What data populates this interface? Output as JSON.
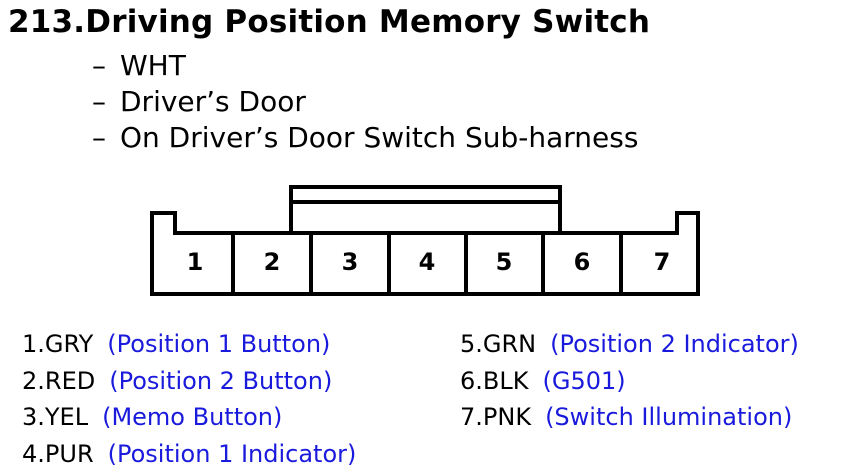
{
  "title": "213.Driving Position Memory Switch",
  "details": [
    "WHT",
    "Driver’s Door",
    "On Driver’s Door Switch Sub-harness"
  ],
  "detail_dash": "–",
  "connector": {
    "pins": [
      "1",
      "2",
      "3",
      "4",
      "5",
      "6",
      "7"
    ]
  },
  "pin_list": {
    "left": [
      {
        "pin": "1.GRY",
        "desc": "(Position 1 Button)"
      },
      {
        "pin": "2.RED",
        "desc": "(Position 2 Button)"
      },
      {
        "pin": "3.YEL",
        "desc": "(Memo Button)"
      },
      {
        "pin": "4.PUR",
        "desc": "(Position 1 Indicator)"
      }
    ],
    "right": [
      {
        "pin": "5.GRN",
        "desc": "(Position 2 Indicator)"
      },
      {
        "pin": "6.BLK",
        "desc": "(G501)"
      },
      {
        "pin": "7.PNK",
        "desc": "(Switch Illumination)"
      }
    ]
  },
  "colors": {
    "text": "#000000",
    "description": "#1a1adc"
  }
}
